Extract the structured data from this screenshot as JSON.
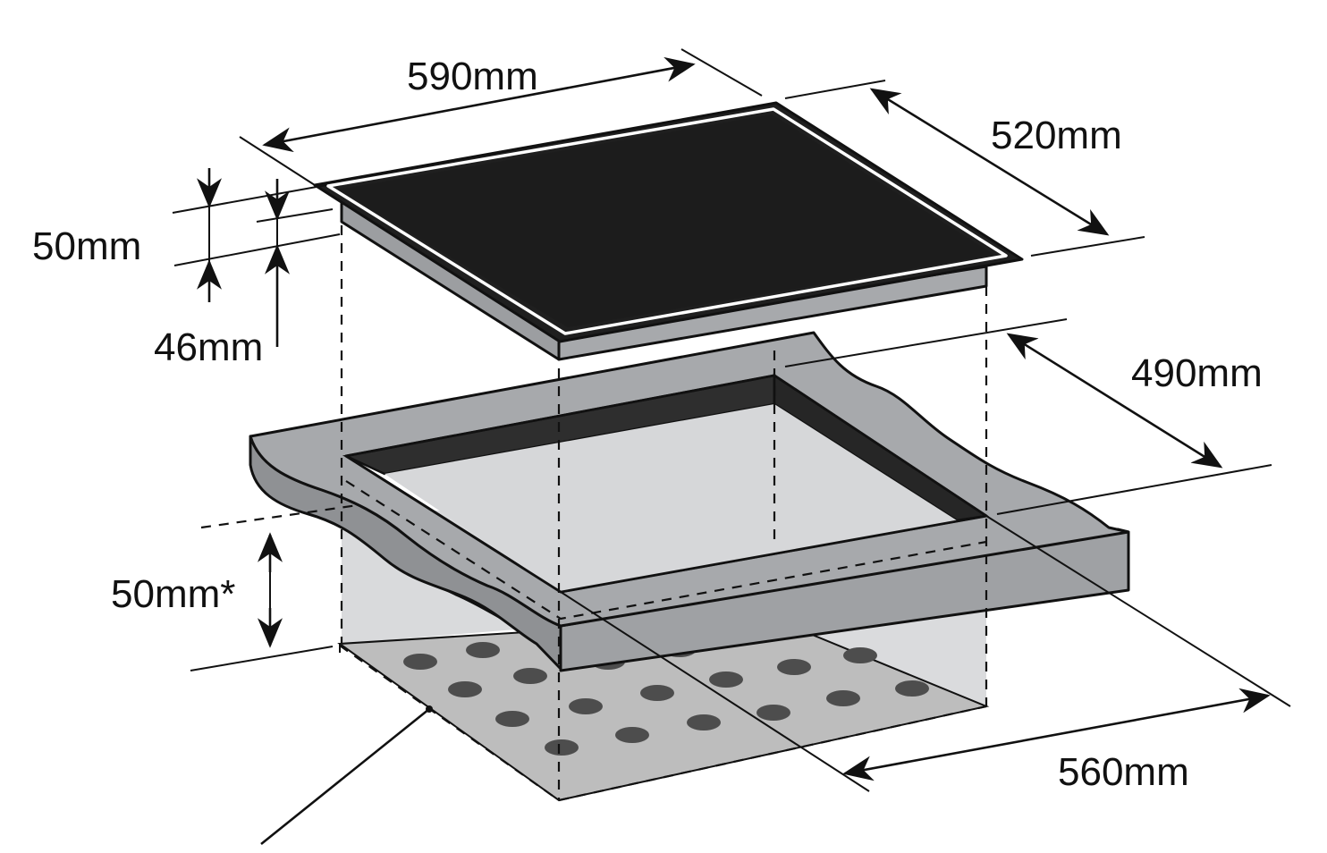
{
  "dimensions": {
    "width_top": "590mm",
    "depth_top": "520mm",
    "height_total": "50mm",
    "height_body": "46mm",
    "cutout_depth": "490mm",
    "cutout_width": "560mm",
    "clearance": "50mm*"
  },
  "colors": {
    "glass": "#1c1c1c",
    "frame": "#a7a9ac",
    "worktop": "#a7a9ac",
    "cutout_wall": "#2e2e2e",
    "cutout_floor": "#d6d7d9",
    "cabinet_space": "#d9dadc",
    "vent_panel": "#bdbdbd",
    "vent_hole": "#4d4d4d",
    "line": "#111111"
  }
}
